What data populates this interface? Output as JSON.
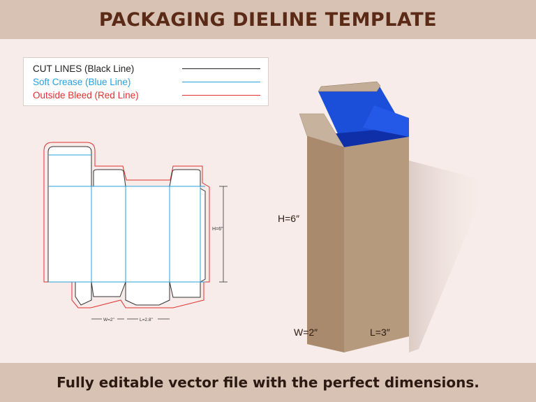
{
  "header": {
    "title": "PACKAGING DIELINE TEMPLATE"
  },
  "legend": {
    "items": [
      {
        "label": "CUT LINES (Black Line)",
        "color": "#222222"
      },
      {
        "label": "Soft Crease (Blue Line)",
        "color": "#2aa0dc"
      },
      {
        "label": "Outside Bleed (Red Line)",
        "color": "#e03030"
      }
    ]
  },
  "dieline": {
    "height_label": "H=6\"",
    "width_label": "W=2\"",
    "length_label": "L=2.8\""
  },
  "box": {
    "height_label": "H=6″",
    "width_label": "W=2″",
    "length_label": "L=3″",
    "colors": {
      "front": "#a98a6c",
      "side": "#b59a7e",
      "inner": "#1b4fd9",
      "inner_dark": "#0e2fa8",
      "flap": "#c4ad97"
    }
  },
  "footer": {
    "text": "Fully editable vector file with the perfect dimensions."
  }
}
